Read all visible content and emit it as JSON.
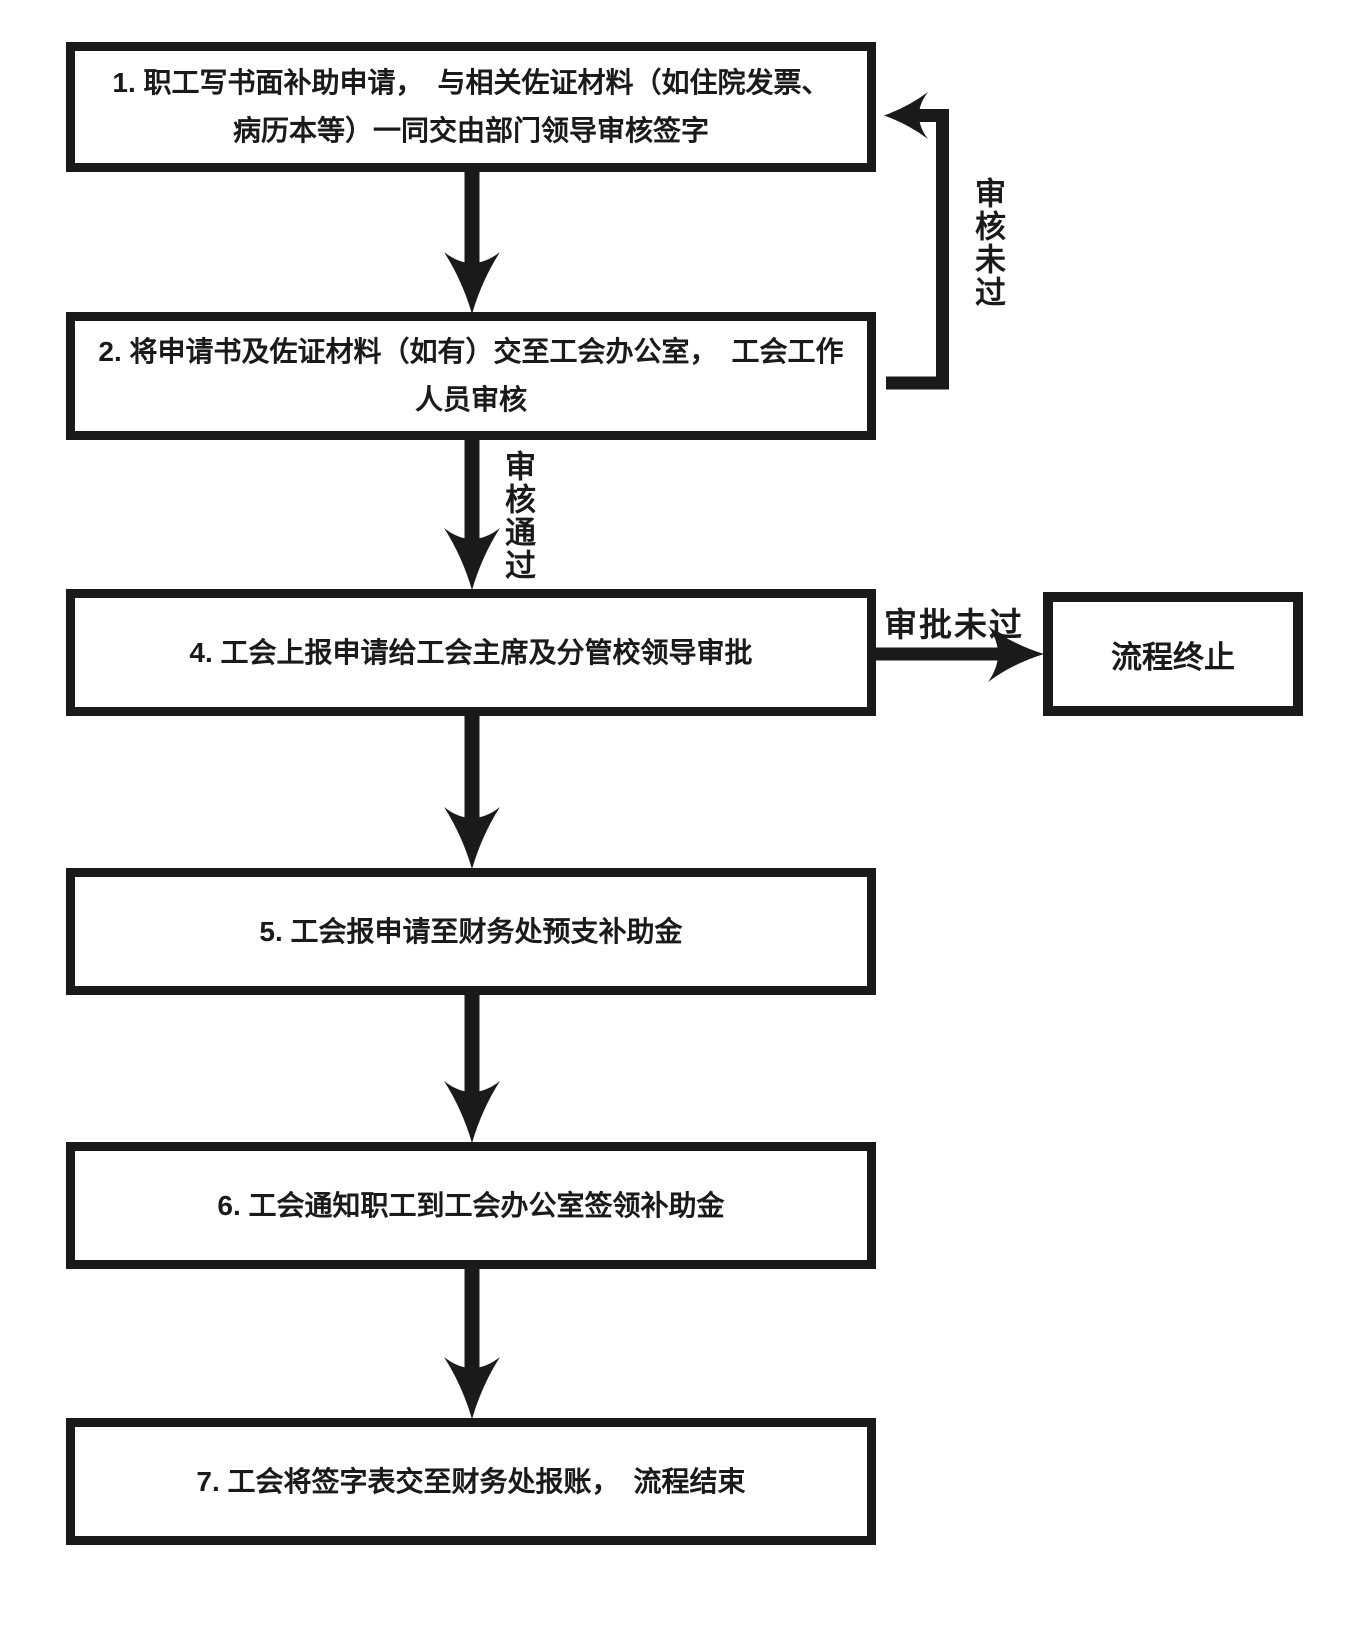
{
  "page": {
    "background": "#ffffff",
    "line_color": "#1a1a1a"
  },
  "flowchart": {
    "steps": [
      {
        "id": "1",
        "text": "1. 职工写书面补助申请，　与相关佐证材料（如住院发票、\n病历本等）一同交由部门领导审核签字"
      },
      {
        "id": "2",
        "text": "2. 将申请书及佐证材料（如有）交至工会办公室，　工会工作\n人员审核"
      },
      {
        "id": "4",
        "text": "4. 工会上报申请给工会主席及分管校领导审批"
      },
      {
        "id": "5",
        "text": "5. 工会报申请至财务处预支补助金"
      },
      {
        "id": "6",
        "text": "6. 工会通知职工到工会办公室签领补助金"
      },
      {
        "id": "7",
        "text": "7. 工会将签字表交至财务处报账，　流程结束"
      }
    ],
    "terminal": {
      "text": "流程终止"
    },
    "edge_labels": {
      "review_failed": "审核未过",
      "review_passed": "审核通过",
      "approval_failed": "审批未过"
    }
  }
}
